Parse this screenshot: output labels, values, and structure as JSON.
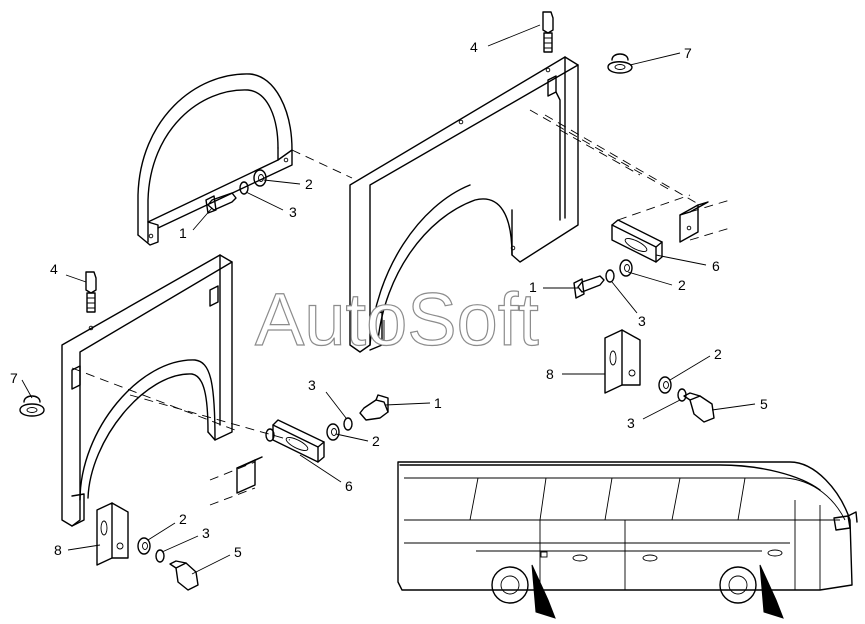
{
  "watermark": "AutoSoft",
  "callouts": {
    "c1a": "1",
    "c1b": "1",
    "c1c": "1",
    "c2a": "2",
    "c2b": "2",
    "c2c": "2",
    "c2d": "2",
    "c2e": "2",
    "c3a": "3",
    "c3b": "3",
    "c3c": "3",
    "c3d": "3",
    "c3e": "3",
    "c4a": "4",
    "c4b": "4",
    "c5a": "5",
    "c5b": "5",
    "c6a": "6",
    "c6b": "6",
    "c7a": "7",
    "c7b": "7",
    "c8a": "8",
    "c8b": "8"
  }
}
